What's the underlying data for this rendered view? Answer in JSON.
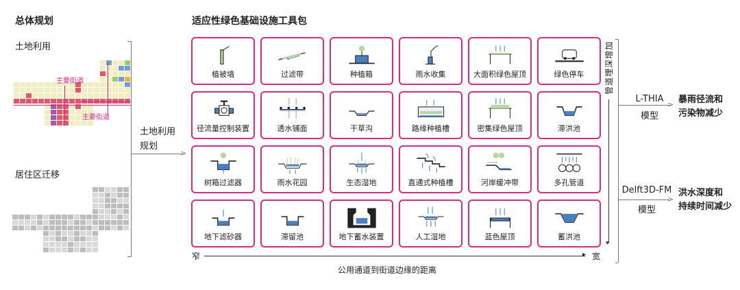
{
  "left": {
    "title": "总体规划",
    "land_use": "土地利用",
    "main_street_1": "主要街道",
    "main_street_2": "主要街道",
    "relocation": "居住区迁移",
    "arrow_label_1": "土地利用",
    "arrow_label_2": "规划"
  },
  "toolkit": {
    "title": "适应性绿色基础设施工具包",
    "items": [
      {
        "label": "植被墙",
        "icon": "green-wall"
      },
      {
        "label": "过滤带",
        "icon": "filter-strip"
      },
      {
        "label": "种植箱",
        "icon": "planter-box"
      },
      {
        "label": "雨水收集",
        "icon": "rain-harvest"
      },
      {
        "label": "大面积绿色屋顶",
        "icon": "green-roof"
      },
      {
        "label": "绿色停车",
        "icon": "green-parking"
      },
      {
        "label": "径流量控制装置",
        "icon": "flow-control"
      },
      {
        "label": "透水铺面",
        "icon": "permeable-paving"
      },
      {
        "label": "干草沟",
        "icon": "dry-swale"
      },
      {
        "label": "路缘种植槽",
        "icon": "curb-planter"
      },
      {
        "label": "密集绿色屋顶",
        "icon": "intensive-roof"
      },
      {
        "label": "滞洪池",
        "icon": "detention-basin"
      },
      {
        "label": "树箱过滤器",
        "icon": "tree-box"
      },
      {
        "label": "雨水花园",
        "icon": "rain-garden"
      },
      {
        "label": "生态湿地",
        "icon": "eco-wetland"
      },
      {
        "label": "直通式种植槽",
        "icon": "flow-planter"
      },
      {
        "label": "河岸缓冲带",
        "icon": "riparian-buffer"
      },
      {
        "label": "多孔管道",
        "icon": "porous-pipe"
      },
      {
        "label": "地下滤砂器",
        "icon": "sand-filter"
      },
      {
        "label": "滞留池",
        "icon": "retention-pond"
      },
      {
        "label": "地下蓄水装置",
        "icon": "underground-storage"
      },
      {
        "label": "人工湿地",
        "icon": "constructed-wetland"
      },
      {
        "label": "蓝色屋顶",
        "icon": "blue-roof"
      },
      {
        "label": "蓄洪池",
        "icon": "flood-pond"
      }
    ],
    "narrow": "窄",
    "wide": "宽",
    "x_axis_label": "公用通道到街道边缘的距离",
    "y_axis_label": "管道埋深增加"
  },
  "right": {
    "model_1": "L-THIA",
    "model_1_sub": "模型",
    "outcome_1a": "暴雨径流和",
    "outcome_1b": "污染物减少",
    "model_2": "Delft3D-FM",
    "model_2_sub": "模型",
    "outcome_2a": "洪水深度和",
    "outcome_2b": "持续时间减少"
  },
  "colors": {
    "accent": "#d92a86",
    "water": "#4a7fc1",
    "green": "#b9d79a"
  }
}
